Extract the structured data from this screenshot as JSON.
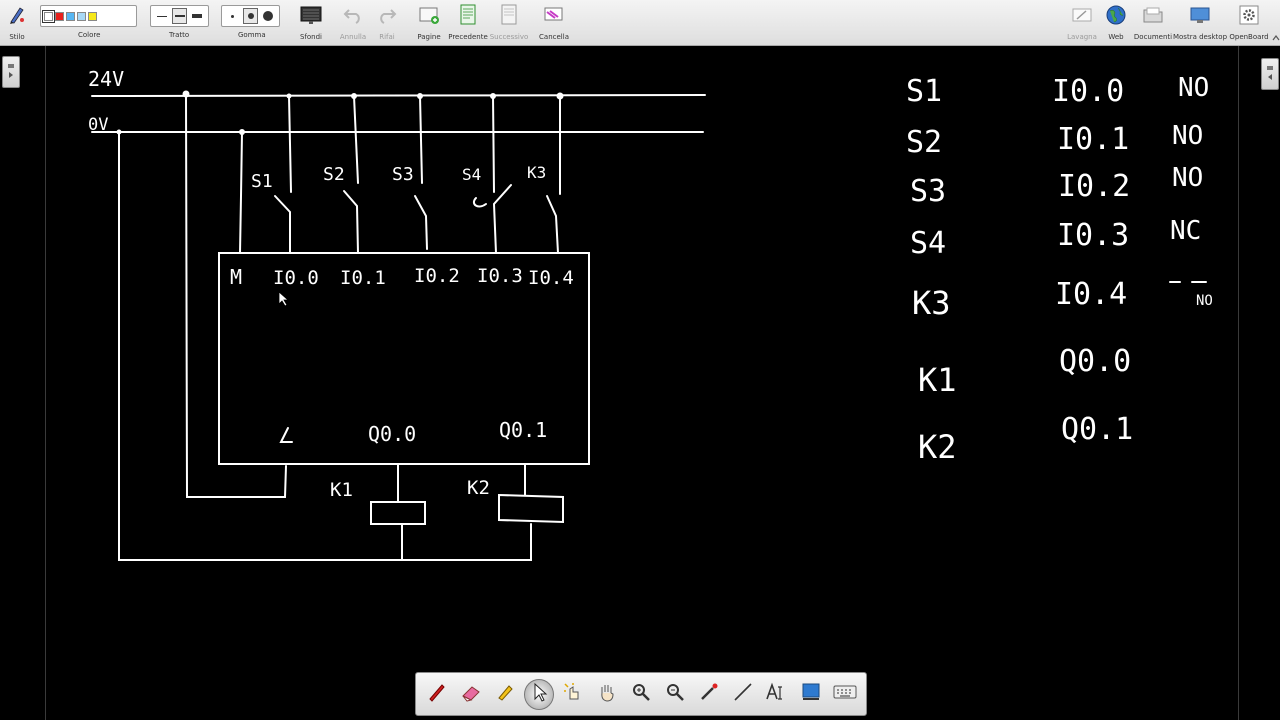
{
  "toolbar": {
    "items": [
      {
        "label": "Stilo",
        "icon": "pen-style-icon"
      },
      {
        "label": "Colore"
      },
      {
        "label": "Tratto"
      },
      {
        "label": "Gomma"
      },
      {
        "label": "Sfondi",
        "icon": "background-icon"
      },
      {
        "label": "Annulla",
        "icon": "undo-icon"
      },
      {
        "label": "Rifai",
        "icon": "redo-icon"
      },
      {
        "label": "Pagine",
        "icon": "add-page-icon"
      },
      {
        "label": "Precedente",
        "icon": "previous-page-icon"
      },
      {
        "label": "Successivo",
        "icon": "next-page-icon"
      },
      {
        "label": "Cancella",
        "icon": "erase-all-icon"
      },
      {
        "label": "Lavagna",
        "icon": "board-icon"
      },
      {
        "label": "Web",
        "icon": "globe-icon"
      },
      {
        "label": "Documenti",
        "icon": "folder-icon"
      },
      {
        "label": "Mostra desktop",
        "icon": "desktop-icon"
      },
      {
        "label": "OpenBoard",
        "icon": "gear-icon"
      }
    ],
    "colors": [
      "#ffffff",
      "#e8211c",
      "#57b6f2",
      "#a8d8f5",
      "#f6e81a"
    ]
  },
  "board": {
    "rail_top_label": "24V",
    "rail_bottom_label": "0V",
    "switch_labels": [
      "S1",
      "S2",
      "S3",
      "S4",
      "K3"
    ],
    "input_terminals": [
      "M",
      "I0.0",
      "I0.1",
      "I0.2",
      "I0.3",
      "I0.4"
    ],
    "output_terminals": [
      "L",
      "Q0.0",
      "Q0.1"
    ],
    "coil_labels": [
      "K1",
      "K2"
    ],
    "assignment_table": [
      {
        "device": "S1",
        "address": "I0.0",
        "type": "NO"
      },
      {
        "device": "S2",
        "address": "I0.1",
        "type": "NO"
      },
      {
        "device": "S3",
        "address": "I0.2",
        "type": "NO"
      },
      {
        "device": "S4",
        "address": "I0.3",
        "type": "NC"
      },
      {
        "device": "K3",
        "address": "I0.4",
        "type": "NO"
      },
      {
        "device": "K1",
        "address": "Q0.0",
        "type": ""
      },
      {
        "device": "K2",
        "address": "Q0.1",
        "type": ""
      }
    ]
  },
  "bottom_tools": [
    "pen-icon",
    "eraser-icon",
    "highlighter-icon",
    "pointer-icon",
    "interact-icon",
    "hand-icon",
    "zoom-in-icon",
    "zoom-out-icon",
    "laser-pointer-icon",
    "line-icon",
    "text-icon",
    "capture-icon",
    "keyboard-icon"
  ]
}
